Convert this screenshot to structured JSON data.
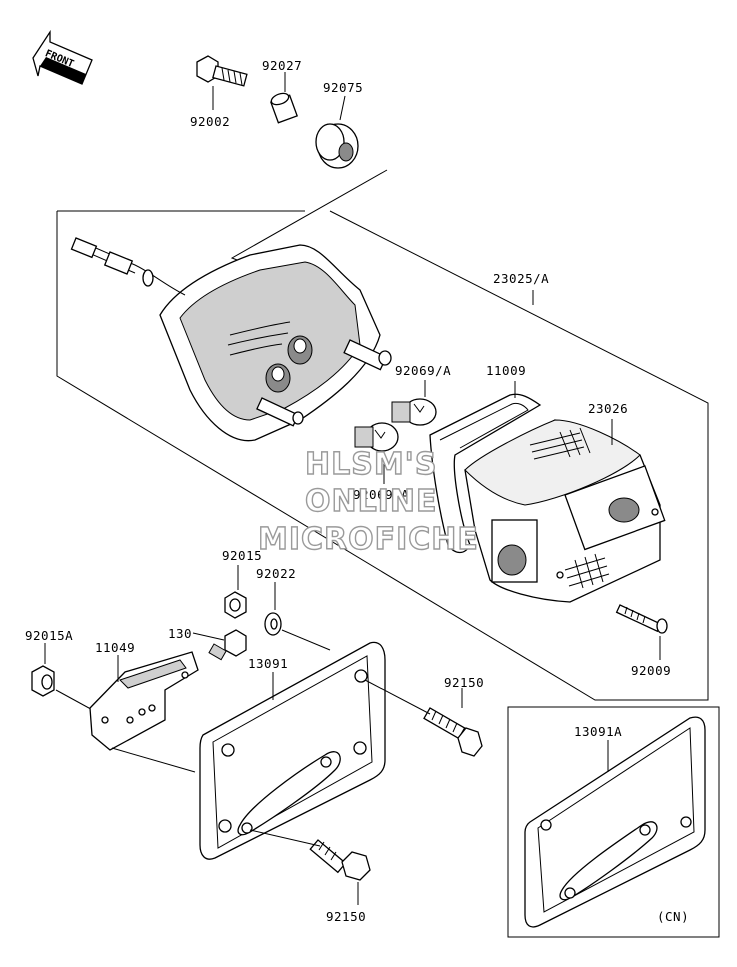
{
  "front_arrow": {
    "label": "FRONT"
  },
  "parts": {
    "p92002": "92002",
    "p92027": "92027",
    "p92075": "92075",
    "p23025A": "23025/A",
    "p92069A_1": "92069/A",
    "p11009": "11009",
    "p23026": "23026",
    "p92069A_2": "92069/A",
    "p92015": "92015",
    "p92022": "92022",
    "p92015A": "92015A",
    "p130": "130",
    "p11049": "11049",
    "p13091": "13091",
    "p92150_1": "92150",
    "p92009": "92009",
    "p92150_2": "92150",
    "p13091A": "13091A"
  },
  "variant_note": "(CN)",
  "watermark": {
    "line1": "HLSM'S",
    "line2": "ONLINE",
    "line3": "MICROFICHE"
  }
}
